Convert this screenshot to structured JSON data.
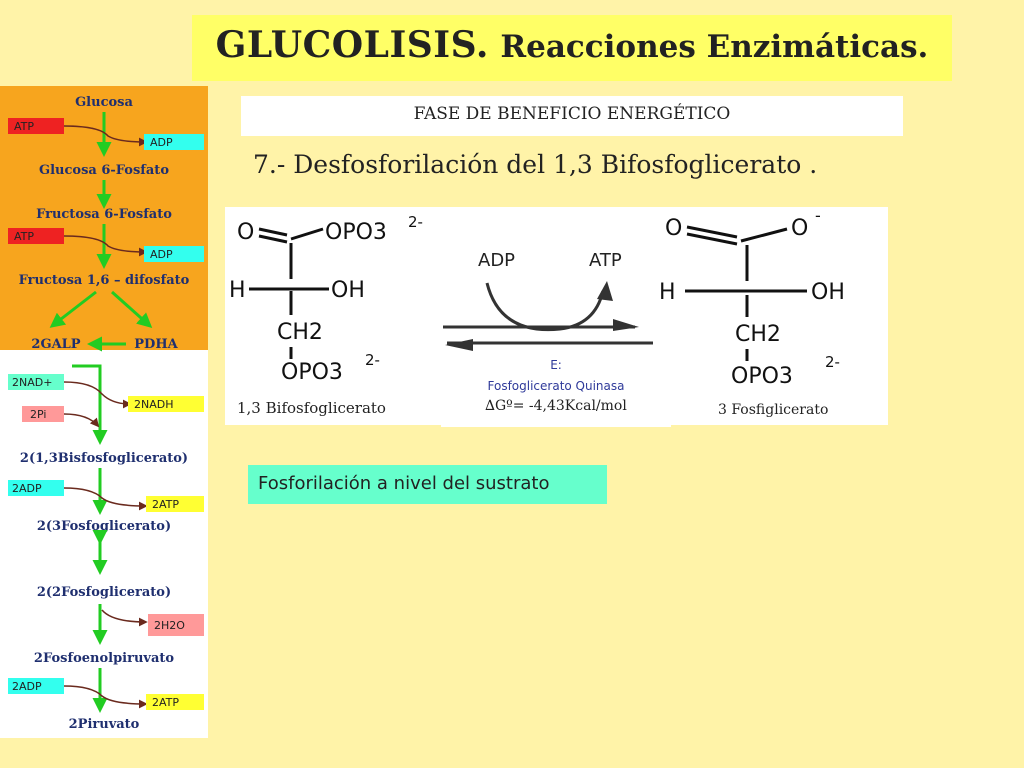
{
  "header": {
    "title_main": "GLUCOLISIS.",
    "title_sub": "Reacciones Enzimáticas."
  },
  "phase": "FASE DE BENEFICIO ENERGÉTICO",
  "step_title": "7.- Desfosforilación del 1,3 Bifosfoglicerato .",
  "reaction": {
    "cofactor_in": "ADP",
    "cofactor_out": "ATP",
    "enzyme_label": "E:",
    "enzyme_name": "Fosfoglicerato Quinasa",
    "delta_g": "∆Gº= -4,43Kcal/mol",
    "substrate_name": "1,3 Bifosfoglicerato",
    "product_name": "3 Fosfiglicerato",
    "substrate_atoms": {
      "o_double": "O",
      "phosphate_top": "OPO3",
      "phosphate_top_charge": "2-",
      "h": "H",
      "oh": "OH",
      "ch2": "CH2",
      "phosphate_bottom": "OPO3",
      "phosphate_bottom_charge": "2-"
    },
    "product_atoms": {
      "o_double": "O",
      "o_minus": "O",
      "o_minus_charge": "-",
      "h": "H",
      "oh": "OH",
      "ch2": "CH2",
      "phosphate_bottom": "OPO3",
      "phosphate_bottom_charge": "2-"
    }
  },
  "callout": "Fosforilación a nivel del sustrato",
  "pathway": {
    "colors": {
      "prep_bg": "#F7A51E",
      "benefit_bg": "#FFFFFF",
      "arrow": "#22CC22",
      "atp_red": "#EE2222",
      "adp_cyan": "#33FFEE",
      "yellow_tag": "#FFFF33",
      "pink_tag": "#FF9999",
      "nad_tag": "#66FFCC",
      "connector": "#6A2A1E"
    },
    "metabolites": {
      "glucosa": "Glucosa",
      "g6p": "Glucosa 6-Fosfato",
      "f6p": "Fructosa 6-Fosfato",
      "f16bp": "Fructosa 1,6 – difosfato",
      "galp": "2GALP",
      "pdha": "PDHA",
      "bpg": "2(1,3Bisfosfoglicerato)",
      "pg3": "2(3Fosfoglicerato)",
      "pg2": "2(2Fosfoglicerato)",
      "pep": "2Fosfoenolpiruvato",
      "pyr": "2Piruvato"
    },
    "tags": {
      "atp1": "ATP",
      "adp1": "ADP",
      "atp2": "ATP",
      "adp2": "ADP",
      "nad": "2NAD+",
      "pi": "2Pi",
      "nadh": "2NADH",
      "adp3": "2ADP",
      "atp3": "2ATP",
      "h2o": "2H2O",
      "adp4": "2ADP",
      "atp4": "2ATP"
    }
  }
}
